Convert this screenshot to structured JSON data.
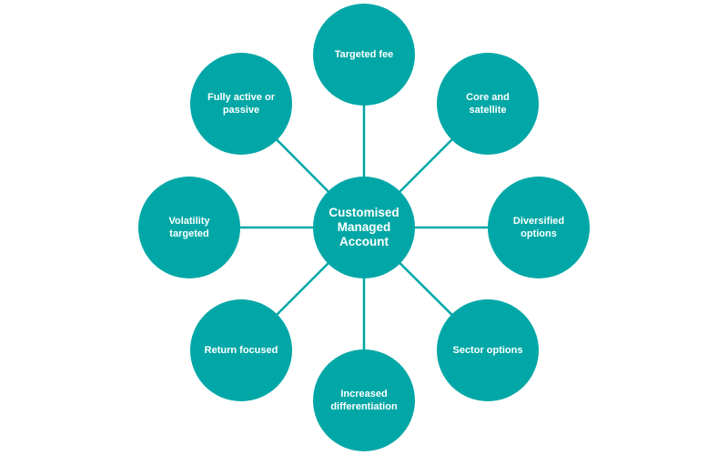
{
  "colors": {
    "node_fill": "#00a7a6",
    "connector": "#00a7a6",
    "text": "#ffffff"
  },
  "diagram": {
    "center": {
      "label": "Customised Managed Account"
    },
    "nodes": [
      {
        "id": "targeted-fee",
        "label": "Targeted fee"
      },
      {
        "id": "core-and-satellite",
        "label": "Core and satellite"
      },
      {
        "id": "diversified-options",
        "label": "Diversified options"
      },
      {
        "id": "sector-options",
        "label": "Sector options"
      },
      {
        "id": "increased-differentiation",
        "label": "Increased differentiation"
      },
      {
        "id": "return-focused",
        "label": "Return focused"
      },
      {
        "id": "volatility-targeted",
        "label": "Volatility targeted"
      },
      {
        "id": "fully-active-or-passive",
        "label": "Fully active or passive"
      }
    ]
  }
}
